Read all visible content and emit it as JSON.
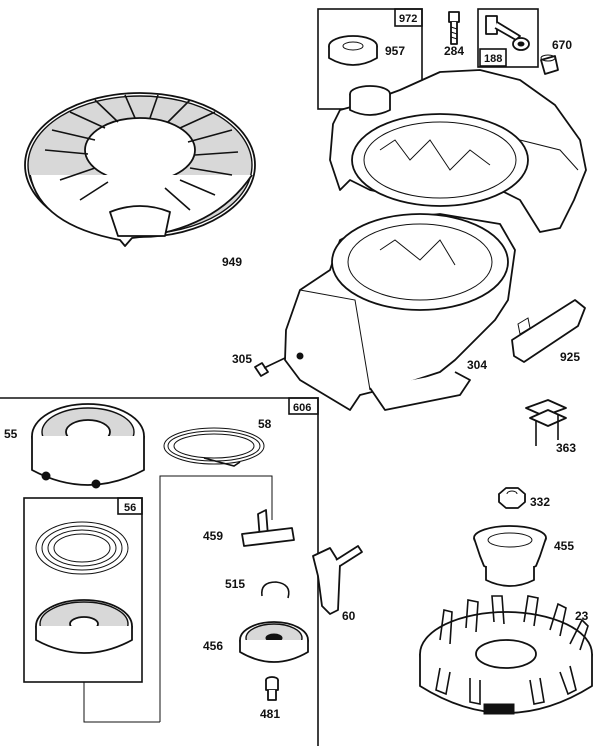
{
  "diagram": {
    "labels": {
      "p972": "972",
      "p957": "957",
      "p284": "284",
      "p188": "188",
      "p670": "670",
      "p949": "949",
      "p305": "305",
      "p304": "304",
      "p925": "925",
      "p606": "606",
      "p55": "55",
      "p58": "58",
      "p56": "56",
      "p363": "363",
      "p332": "332",
      "p459": "459",
      "p455": "455",
      "p515": "515",
      "p60": "60",
      "p23": "23",
      "p456": "456",
      "p481": "481"
    }
  }
}
